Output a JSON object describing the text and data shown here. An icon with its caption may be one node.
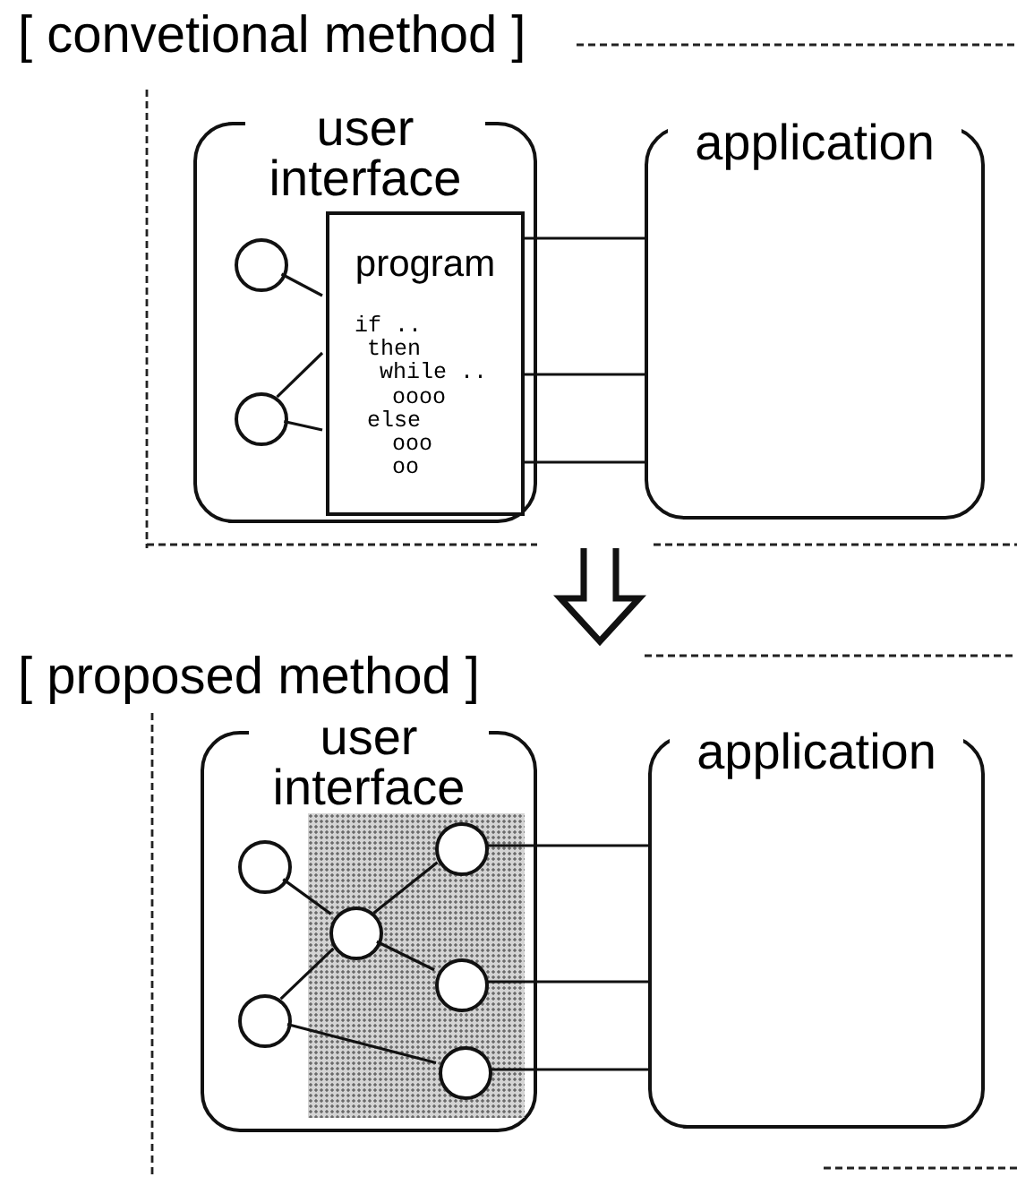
{
  "diagram": {
    "nodes": [
      {
        "text": [
          "[ convetional method ]"
        ]
      },
      {
        "text": [
          "user interface"
        ],
        "in": 0
      },
      {
        "text": [],
        "shape": "circle",
        "in": 1
      },
      {
        "text": [],
        "shape": "circle",
        "in": 1
      },
      {
        "text": [
          "program",
          "if ..",
          "then",
          "while ..",
          "oooo",
          "else",
          "ooo",
          "oo"
        ],
        "in": 1
      },
      {
        "text": [
          "application"
        ],
        "in": 0
      },
      {
        "text": [
          "[ proposed method ]"
        ]
      },
      {
        "text": [
          "user interface"
        ],
        "in": 6
      },
      {
        "text": [],
        "shape": "box",
        "in": 7
      },
      {
        "text": [],
        "shape": "circle",
        "in": 7
      },
      {
        "text": [],
        "shape": "circle",
        "in": 8
      },
      {
        "text": [],
        "shape": "circle",
        "in": 8
      },
      {
        "text": [],
        "shape": "circle",
        "in": 8
      },
      {
        "text": [],
        "shape": "circle",
        "in": 7
      },
      {
        "text": [],
        "shape": "circle",
        "in": 8
      },
      {
        "text": [
          "application"
        ],
        "in": 6
      }
    ],
    "edges": [
      {
        "from": 2,
        "to": 4,
        "arrow": "none"
      },
      {
        "from": 3,
        "to": 4,
        "arrow": "none"
      },
      {
        "from": 3,
        "to": 4,
        "arrow": "none"
      },
      {
        "from": 4,
        "to": 5,
        "arrow": "none"
      },
      {
        "from": 4,
        "to": 5,
        "arrow": "none"
      },
      {
        "from": 4,
        "to": 5,
        "arrow": "none"
      },
      {
        "from": 0,
        "to": 6,
        "arrow": "to",
        "style": "thick"
      },
      {
        "from": 9,
        "to": 11,
        "arrow": "none"
      },
      {
        "from": 11,
        "to": 10,
        "arrow": "none"
      },
      {
        "from": 11,
        "to": 12,
        "arrow": "none"
      },
      {
        "from": 13,
        "to": 11,
        "arrow": "none"
      },
      {
        "from": 13,
        "to": 14,
        "arrow": "none"
      },
      {
        "from": 10,
        "to": 15,
        "arrow": "none"
      },
      {
        "from": 12,
        "to": 15,
        "arrow": "none"
      },
      {
        "from": 14,
        "to": 15,
        "arrow": "none"
      }
    ]
  }
}
